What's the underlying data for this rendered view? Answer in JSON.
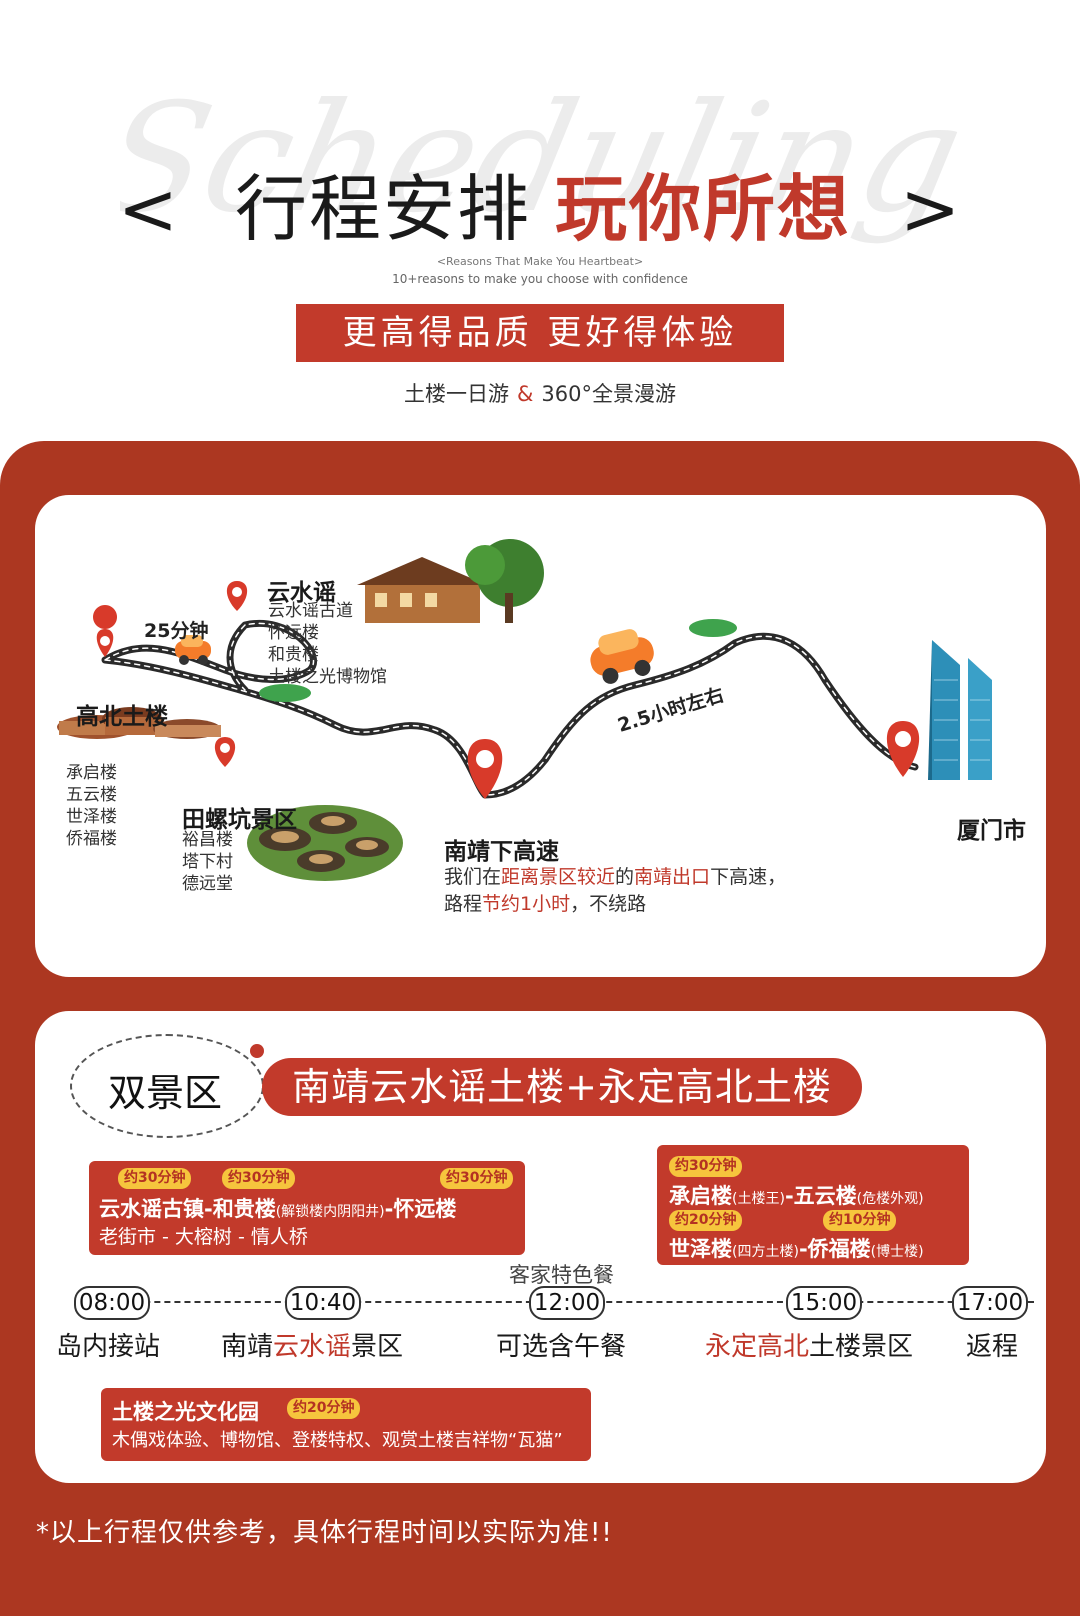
{
  "header": {
    "watermark_text": "Scheduling",
    "title_left": "行程安排",
    "title_right": "玩你所想",
    "bracket_left": "<",
    "bracket_right": ">",
    "subtitle_1": "<Reasons That Make You Heartbeat>",
    "subtitle_2": "10+reasons to make you choose with confidence",
    "banner": "更高得品质 更好得体验",
    "tagline_left": "土楼一日游",
    "tagline_amp": "&",
    "tagline_right": "360°全景漫游"
  },
  "map": {
    "yunshuiyao": {
      "name": "云水谣",
      "items": [
        "云水谣古道",
        "怀远楼",
        "和贵楼",
        "土楼之光博物馆"
      ]
    },
    "gaobei": {
      "name": "高北土楼",
      "items": [
        "承启楼",
        "五云楼",
        "世泽楼",
        "侨福楼"
      ]
    },
    "tianluokeng": {
      "name": "田螺坑景区",
      "items": [
        "裕昌楼",
        "塔下村",
        "德远堂"
      ]
    },
    "nanjing": {
      "name": "南靖下高速",
      "note_1a": "我们在",
      "note_1b": "距离景区较近",
      "note_1c": "的",
      "note_1d": "南靖出口",
      "note_1e": "下高速，",
      "note_2a": "路程",
      "note_2b": "节约1小时",
      "note_2c": "，不绕路"
    },
    "xiamen": {
      "name": "厦门市"
    },
    "drive_short": "25分钟",
    "drive_long": "2.5小时左右"
  },
  "itinerary": {
    "tag": "双景区",
    "route": "南靖云水谣土楼+永定高北土楼",
    "box_left": {
      "badges": [
        "约30分钟",
        "约30分钟",
        "约30分钟"
      ],
      "line1_a": "云水谣古镇-和贵楼",
      "line1_small": "(解锁楼内阴阳井)",
      "line1_b": "-怀远楼",
      "line2": "老街市 - 大榕树 - 情人桥"
    },
    "box_right": {
      "badges": [
        "约30分钟",
        "约20分钟",
        "约10分钟"
      ],
      "line1_a": "承启楼",
      "line1_small_a": "(土楼王)",
      "line1_b": "-五云楼",
      "line1_small_b": "(危楼外观)",
      "line2_a": "世泽楼",
      "line2_small_a": "(四方土楼)",
      "line2_b": "-侨福楼",
      "line2_small_b": "(博士楼)"
    },
    "lunch_note": "客家特色餐",
    "times": [
      "08:00",
      "10:40",
      "12:00",
      "15:00",
      "17:00"
    ],
    "labels": {
      "t1": "岛内接站",
      "t2a": "南靖",
      "t2b": "云水谣",
      "t2c": "景区",
      "t3": "可选含午餐",
      "t4a": "永定高北",
      "t4b": "土楼景区",
      "t5": "返程"
    },
    "box_bottom": {
      "title": "土楼之光文化园",
      "badge": "约20分钟",
      "desc": "木偶戏体验、博物馆、登楼特权、观赏土楼吉祥物“瓦猫”"
    }
  },
  "footnote": "*以上行程仅供参考，具体行程时间以实际为准!!",
  "colors": {
    "accent": "#c23a2b",
    "board": "#ac3721",
    "badge": "#f6c53d"
  }
}
